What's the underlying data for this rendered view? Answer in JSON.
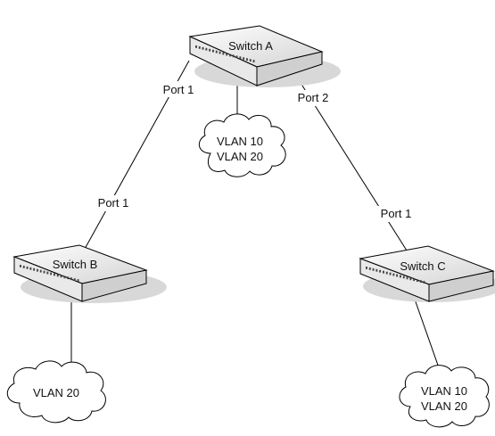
{
  "switches": {
    "a": {
      "label": "Switch A"
    },
    "b": {
      "label": "Switch B"
    },
    "c": {
      "label": "Switch C"
    }
  },
  "ports": {
    "a_port1": "Port 1",
    "a_port2": "Port 2",
    "b_port1": "Port 1",
    "c_port1": "Port 1"
  },
  "clouds": {
    "a": {
      "lines": [
        "VLAN 10",
        "VLAN 20"
      ]
    },
    "b": {
      "lines": [
        "VLAN 20"
      ]
    },
    "c": {
      "lines": [
        "VLAN 10",
        "VLAN 20"
      ]
    }
  }
}
